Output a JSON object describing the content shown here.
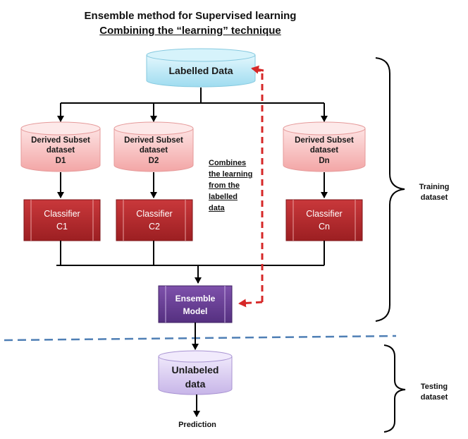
{
  "title": "Ensemble method for Supervised learning",
  "subtitle": "Combining the “learning” technique",
  "labelled_data": "Labelled Data",
  "subsets": [
    {
      "line1": "Derived Subset",
      "line2": "dataset",
      "line3": "D1"
    },
    {
      "line1": "Derived Subset",
      "line2": "dataset",
      "line3": "D2"
    },
    {
      "line1": "Derived Subset",
      "line2": "dataset",
      "line3": "Dn"
    }
  ],
  "classifiers": [
    {
      "line1": "Classifier",
      "line2": "C1"
    },
    {
      "line1": "Classifier",
      "line2": "C2"
    },
    {
      "line1": "Classifier",
      "line2": "Cn"
    }
  ],
  "ensemble": {
    "line1": "Ensemble",
    "line2": "Model"
  },
  "note_lines": [
    "Combines",
    "the learning",
    "from the",
    "labelled",
    "data"
  ],
  "unlabeled": {
    "line1": "Unlabeled",
    "line2": "data"
  },
  "prediction": "Prediction",
  "training": {
    "line1": "Training",
    "line2": "dataset"
  },
  "testing": {
    "line1": "Testing",
    "line2": "dataset"
  },
  "colors": {
    "labelled_fill": "#bfeaf7",
    "subset_fill": "#f6b9b9",
    "classifier_fill": "#b3262a",
    "ensemble_fill": "#6a3c96",
    "unlabeled_fill": "#d8cbef",
    "dashed_red": "#d62828",
    "dashed_blue": "#4f7fb5"
  }
}
